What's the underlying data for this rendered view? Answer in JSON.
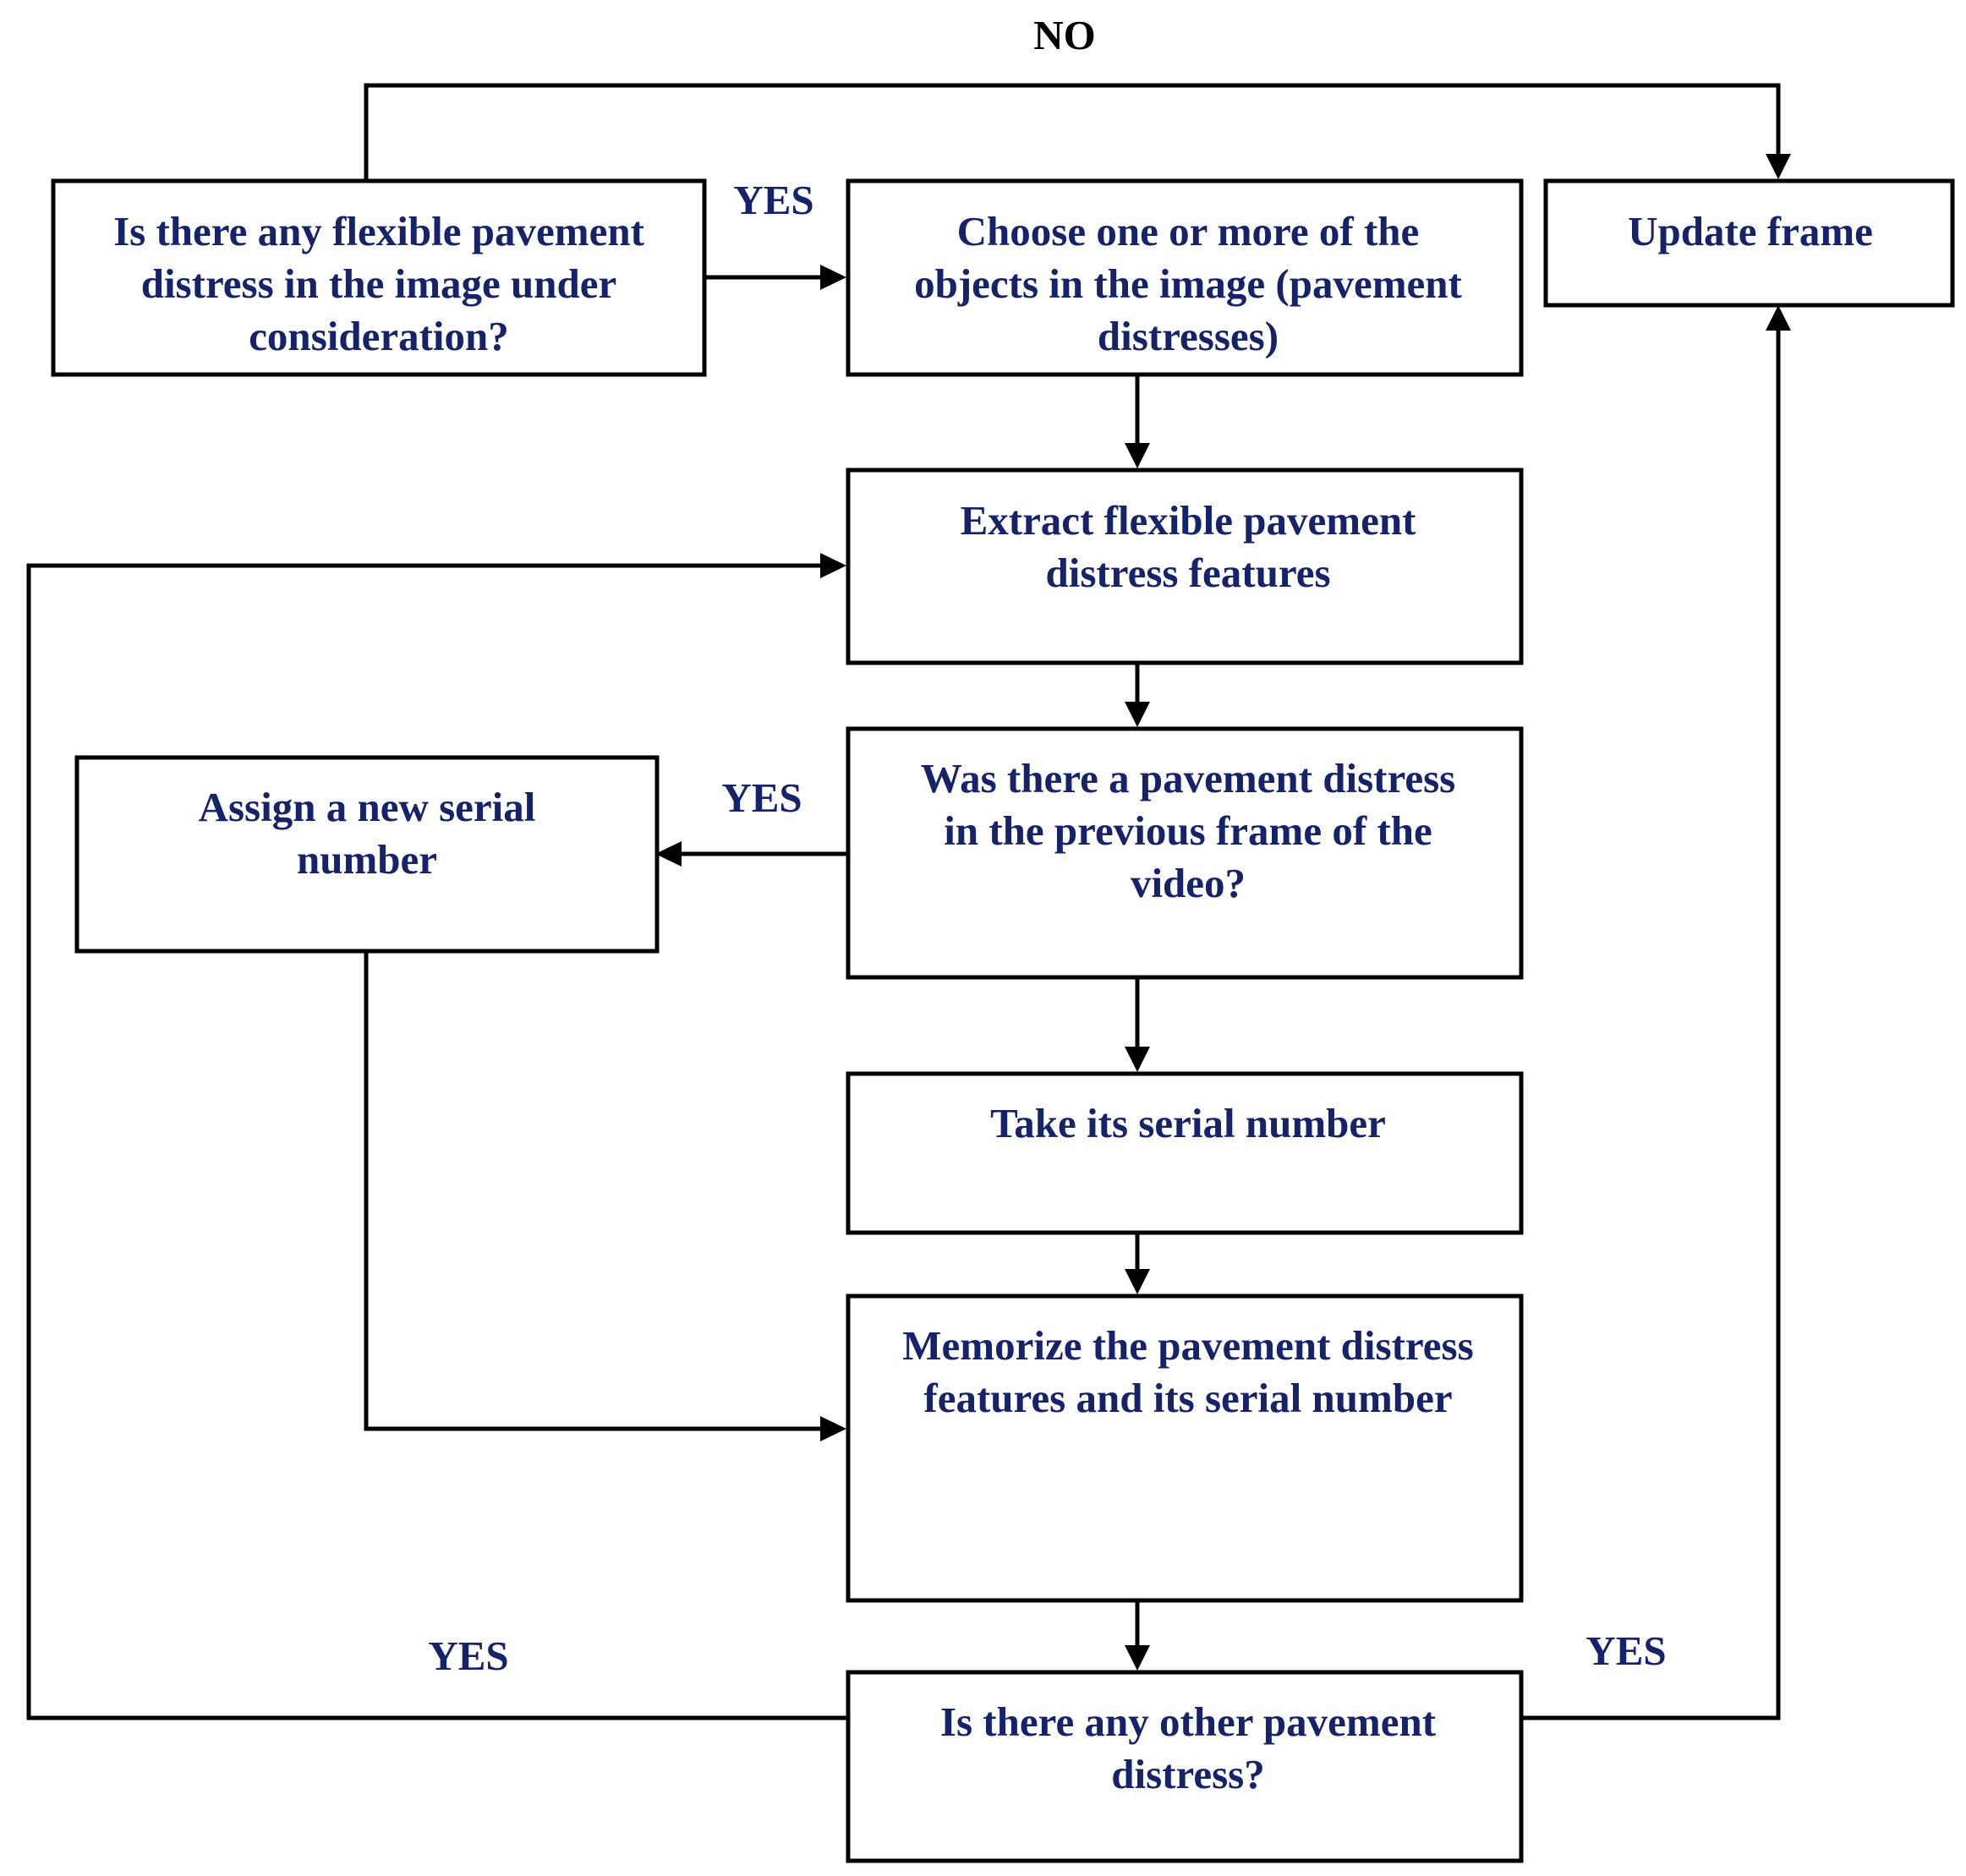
{
  "colors": {
    "text": "#15236b",
    "lines": "#000000",
    "background": "#ffffff"
  },
  "nodes": [
    {
      "id": "q1",
      "lines": [
        "Is there any flexible pavement",
        "distress in the image under",
        "consideration?"
      ]
    },
    {
      "id": "choose",
      "lines": [
        "Choose one or more of the",
        "objects in the image (pavement",
        "distresses)"
      ]
    },
    {
      "id": "update",
      "lines": [
        "Update frame"
      ]
    },
    {
      "id": "extract",
      "lines": [
        "Extract flexible pavement",
        "distress features"
      ]
    },
    {
      "id": "q2",
      "lines": [
        "Was there a pavement distress",
        "in the previous frame of the",
        "video?"
      ]
    },
    {
      "id": "assign",
      "lines": [
        "Assign a new serial",
        "number"
      ]
    },
    {
      "id": "take",
      "lines": [
        "Take its serial number"
      ]
    },
    {
      "id": "memorize",
      "lines": [
        "Memorize the pavement distress",
        "features and its serial number"
      ]
    },
    {
      "id": "q3",
      "lines": [
        "Is there any other pavement",
        "distress?"
      ]
    }
  ],
  "edge_labels": {
    "no_top": "NO",
    "yes_q1_choose": "YES",
    "yes_q2_assign": "YES",
    "yes_q3_left": "YES",
    "yes_q3_right": "YES"
  }
}
